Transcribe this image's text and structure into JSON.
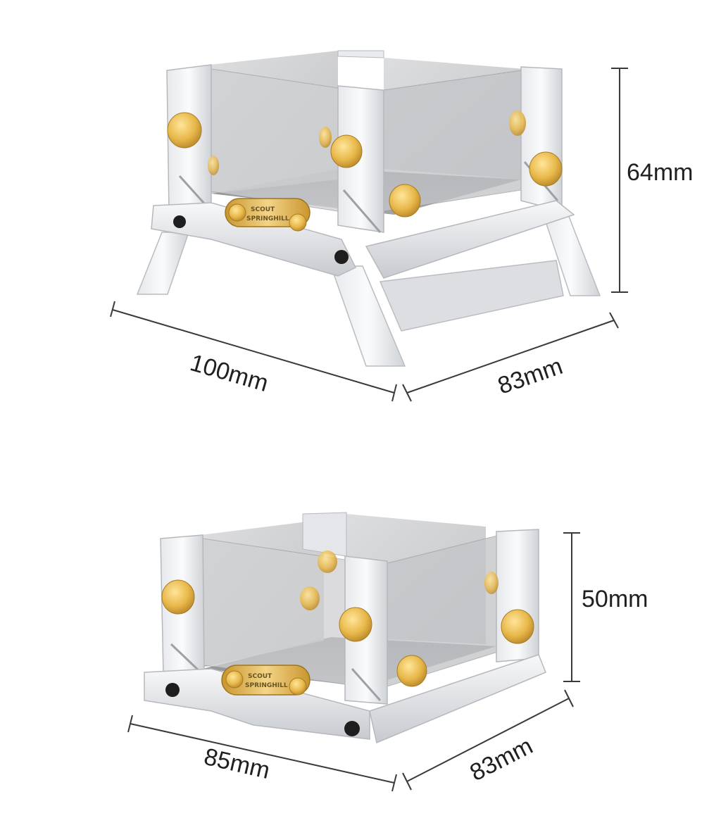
{
  "colors": {
    "background": "#ffffff",
    "steel_light": "#f2f3f5",
    "steel_mid": "#d9dbdf",
    "steel_dark": "#a9adb3",
    "glass": "#c9cacc",
    "glass_dark": "#8a8b8e",
    "brass": "#e8b84a",
    "brass_dark": "#b8862a",
    "dimension_line": "#3a3a3a",
    "text": "#1f1f1f"
  },
  "top_product": {
    "name": "stove-unfolded",
    "height_label": "64mm",
    "width_label": "100mm",
    "depth_label": "83mm",
    "logo_line1": "SCOUT",
    "logo_line2": "SPRINGHILL"
  },
  "bottom_product": {
    "name": "stove-folded",
    "height_label": "50mm",
    "width_label": "85mm",
    "depth_label": "83mm",
    "logo_line1": "SCOUT",
    "logo_line2": "SPRINGHILL"
  }
}
